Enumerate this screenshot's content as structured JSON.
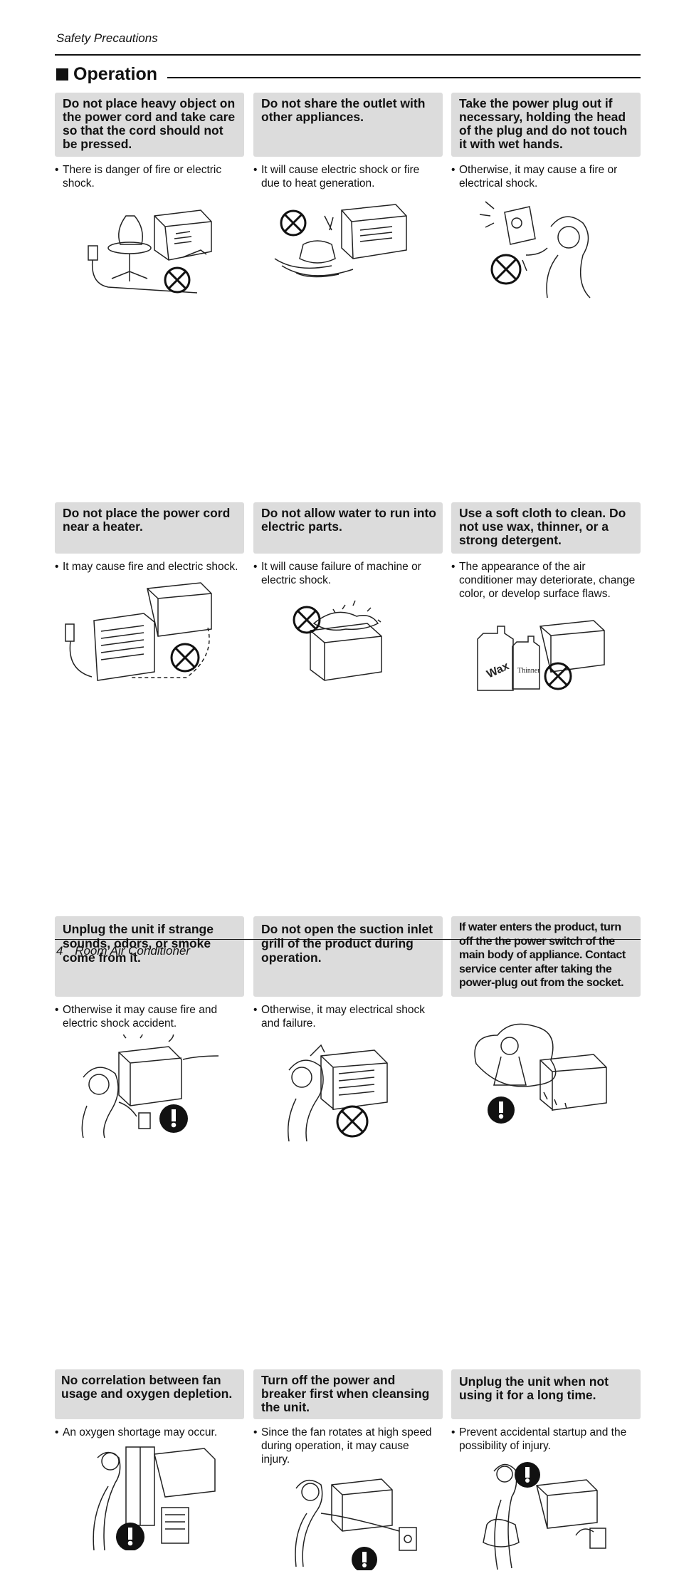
{
  "header": {
    "running_title": "Safety Precautions"
  },
  "section": {
    "title": "Operation"
  },
  "items": [
    {
      "heading": "Do not place heavy object on the power cord and take care so that the cord should not be pressed.",
      "bullet": "There is danger of fire or electric shock.",
      "symbol": "prohibited-icon"
    },
    {
      "heading": "Do not share the outlet with other appliances.",
      "bullet": "It will cause electric shock or fire due to heat generation.",
      "symbol": "prohibited-icon"
    },
    {
      "heading": "Take the power plug out if necessary, holding the head of the plug and do not touch it with wet hands.",
      "bullet": "Otherwise, it may cause a fire or electrical shock.",
      "symbol": "prohibited-icon"
    },
    {
      "heading": "Do not place the power cord near a heater.",
      "bullet": "It may cause fire and electric shock.",
      "symbol": "prohibited-icon"
    },
    {
      "heading": "Do not allow water to run into electric parts.",
      "bullet": "It will cause failure of machine or electric shock.",
      "symbol": "prohibited-icon"
    },
    {
      "heading": "Use a soft cloth to clean. Do not use wax, thinner, or a strong detergent.",
      "bullet": "The appearance of the air conditioner may deteriorate, change color, or develop surface flaws.",
      "symbol": "prohibited-icon",
      "labels": [
        "Wax",
        "Thinner"
      ]
    },
    {
      "heading": "Unplug the unit if strange sounds, odors, or smoke come from it.",
      "bullet": "Otherwise it may cause fire and electric shock accident.",
      "symbol": "mandatory-icon"
    },
    {
      "heading": "Do not open the suction inlet grill of the product during operation.",
      "bullet": "Otherwise, it may electrical shock and failure.",
      "symbol": "prohibited-icon"
    },
    {
      "heading": "If water enters the product, turn off the the power switch of the main body of appliance. Contact service center after taking the power-plug out from the socket.",
      "bullet": "",
      "symbol": "mandatory-icon"
    },
    {
      "heading": "No correlation between fan usage and oxygen depletion.",
      "bullet": "An oxygen shortage may occur.",
      "symbol": "mandatory-icon"
    },
    {
      "heading": "Turn off the power and breaker first when cleansing the unit.",
      "bullet": "Since the fan rotates at high speed during operation, it may cause injury.",
      "symbol": "mandatory-icon"
    },
    {
      "heading": "Unplug the unit when not using it for a long time.",
      "bullet": "Prevent accidental startup and the possibility of injury.",
      "symbol": "mandatory-icon"
    }
  ],
  "footer": {
    "page_number": "4",
    "doc_title": "Room Air Conditioner"
  }
}
